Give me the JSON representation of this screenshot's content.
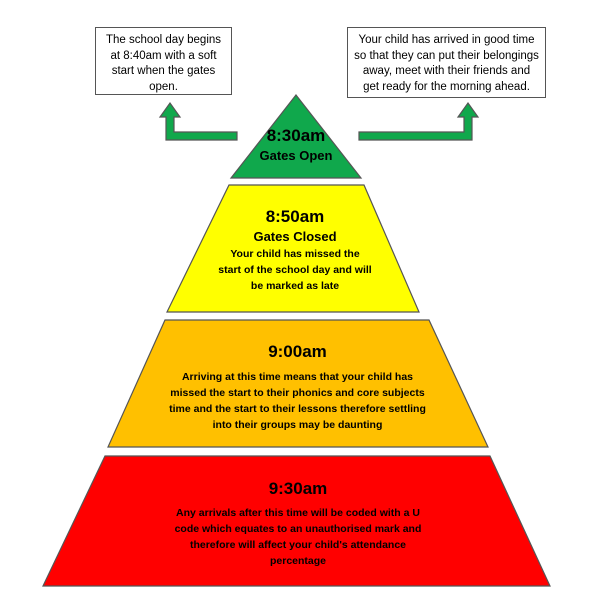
{
  "colors": {
    "green": "#10a84c",
    "yellow": "#ffff00",
    "amber": "#ffc000",
    "red": "#ff0000",
    "outline": "#555555"
  },
  "notes": {
    "left": "The school day begins at 8:40am with a soft start when the gates open.",
    "right": "Your child has arrived in good time so that they can put their belongings away, meet with their friends and get ready for the morning ahead."
  },
  "tiers": [
    {
      "time": "8:30am",
      "title": "Gates Open",
      "desc": ""
    },
    {
      "time": "8:50am",
      "title": "Gates Closed",
      "desc": "Your child has missed the start of the school day and will be marked as late"
    },
    {
      "time": "9:00am",
      "title": "",
      "desc": "Arriving at this time means that your child has missed the start to their phonics and core subjects time and the start to their lessons therefore settling into their groups may be daunting"
    },
    {
      "time": "9:30am",
      "title": "",
      "desc": "Any arrivals after this time will be coded with a U code which equates to an unauthorised mark and therefore will affect your child's attendance percentage"
    }
  ]
}
